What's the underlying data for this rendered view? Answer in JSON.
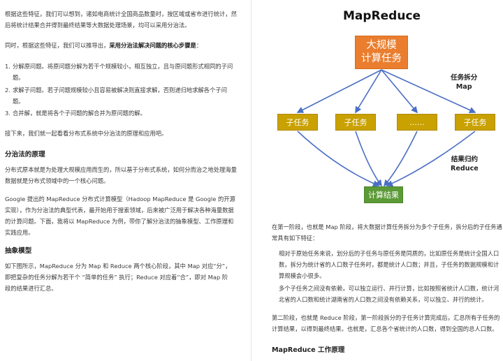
{
  "left": {
    "p1": [
      "根据这些特征，我们可以想到，诸如电商统计全国商品数量时，按区域或省市进行统计，然",
      "后将统计结果合并得到最终结果等大数据处理场景，均可以采用分治法。"
    ],
    "p2_prefix": "同时，根据这些特征，我们可以推导出，",
    "p2_bold": "采用分治法解决问题的核心步骤是",
    "p2_suffix": "：",
    "steps": [
      {
        "num": "1.",
        "lines": [
          "分解原问题。将原问题分解为若干个规模较小，相互独立，且与原问题形式相同的子问",
          "题。"
        ]
      },
      {
        "num": "2.",
        "lines": [
          "求解子问题。若子问题规模较小且容易被解决则直接求解，否则递归地求解各个子问",
          "题。"
        ]
      },
      {
        "num": "3.",
        "lines": [
          "合并解，就是将各个子问题的解合并为原问题的解。"
        ]
      }
    ],
    "p3": "接下来，我们就一起看看分布式系统中分治法的原理和应用吧。",
    "h1": "分治法的原理",
    "p4": [
      "分布式原本就是为处理大规模应用而生的，所以基于分布式系统，如何分而治之地处理海量",
      "数据就是分布式领域中的一个核心问题。"
    ],
    "p5": [
      "Google 提出的 MapReduce 分布式计算模型（Hadoop MapReduce 是 Google 的开源",
      "实现），作为分治法的典型代表，最开始用于搜索领域，后来被广泛用于解决各种海量数据",
      "的计算问题。下面，我将以 MapReduce 为例，带你了解分治法的抽象模型、工作原理和",
      "实践应用。"
    ],
    "h2": "抽象模型",
    "p6": [
      "如下图所示，MapReduce 分为 Map 和 Reduce 两个核心阶段，其中 Map 对应“分”，",
      "即把复杂的任务分解为若干个 “简单的任务” 执行；Reduce 对应着“合”，即对 Map 阶",
      "段的结果进行汇总。"
    ]
  },
  "diagram": {
    "title": "MapReduce",
    "big_task": [
      "大规模",
      "计算任务"
    ],
    "subtasks": [
      "子任务",
      "子任务",
      "……",
      "子任务"
    ],
    "result": "计算结果",
    "map_note": [
      "任务拆分",
      "Map"
    ],
    "reduce_note": [
      "结果归约",
      "Reduce"
    ]
  },
  "right": {
    "p1": [
      "在第一阶段，也就是 Map 阶段，将大数据计算任务拆分为多个子任务，拆分后的子任务通",
      "常具有如下特征："
    ],
    "q1": [
      "相对于原始任务来说，划分后的子任务与原任务是同质的，比如原任务是统计全国人口",
      "数，拆分为统计省的人口数子任务时，都是统计人口数；并且，子任务的数据规模和计",
      "算规模会小很多。"
    ],
    "q2": [
      "多个子任务之间没有依赖，可以独立运行、并行计算，比如按照省统计人口数，统计河",
      "北省的人口数和统计湖南省的人口数之间没有依赖关系，可以独立、并行的统计。"
    ],
    "p2": [
      "第二阶段，也就是 Reduce 阶段，第一阶段拆分的子任务计算完成后，汇总所有子任务的",
      "计算结果，以得到最终结果。也就是，汇总各个省统计的人口数，得到全国的总人口数。"
    ],
    "h1": "MapReduce 工作原理"
  },
  "colors": {
    "big_task": "#ea7e2e",
    "subtask": "#c9a100",
    "result": "#5b9a36",
    "arrow": "#4a6fc4"
  }
}
